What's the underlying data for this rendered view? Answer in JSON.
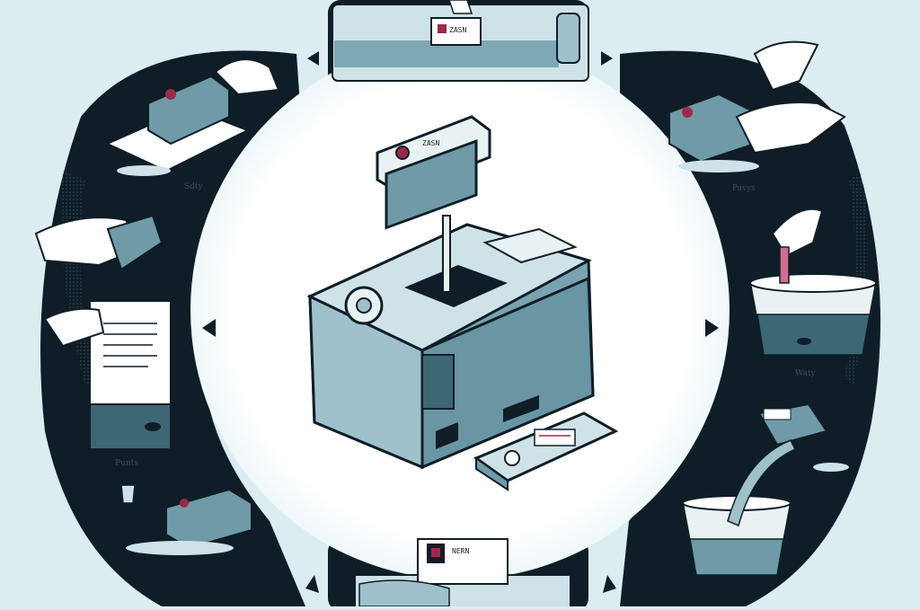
{
  "illustration": {
    "subject": "Ink cartridge refilling / cleaning process",
    "step_captions": [
      {
        "id": "top-left",
        "text": "Sdty"
      },
      {
        "id": "top-right",
        "text": "Pavys"
      },
      {
        "id": "right",
        "text": "Waty"
      },
      {
        "id": "left",
        "text": "Punts"
      }
    ],
    "cartridge_labels": {
      "center": "ZASN",
      "top": "ZASN",
      "bottom": "NERN"
    }
  },
  "palette": {
    "background": "#dcedf2",
    "dark_panel": "#0f1e26",
    "cartridge_body": "#6f9aa8",
    "cartridge_dark": "#3e6775",
    "ink_accent": "#9b2a48",
    "water": "#7fa8b5",
    "white": "#ffffff"
  }
}
